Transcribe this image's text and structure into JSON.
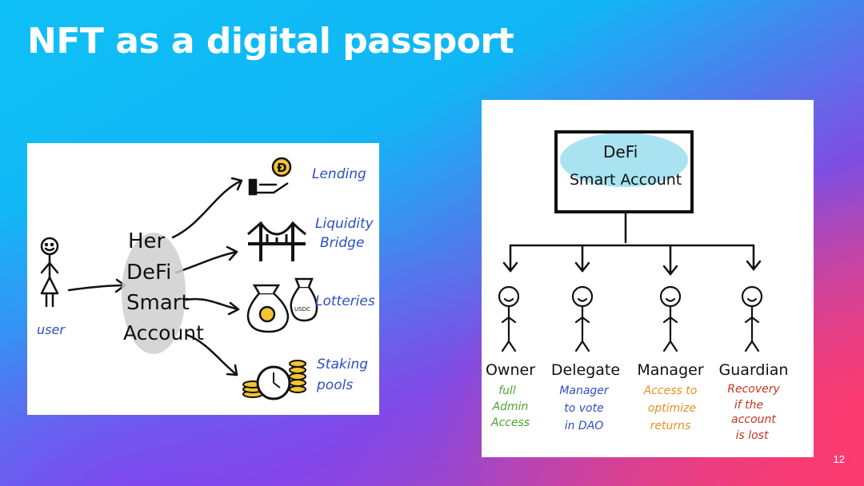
{
  "slide": {
    "title": "NFT as a digital passport",
    "page_number": "12",
    "colors": {
      "gradient_start": "#10b8f5",
      "gradient_mid": "#6b4ee6",
      "gradient_end": "#fb3c72",
      "ink": "#111111",
      "blue_label": "#2d4fc2",
      "green": "#4aa72f",
      "orange": "#e6901e",
      "red": "#c8351f",
      "cyan_fill": "#a9e3f1"
    }
  },
  "left_diagram": {
    "user_label": "user",
    "account_lines": [
      "Her",
      "DeFi",
      "Smart",
      "Account"
    ],
    "destinations": [
      {
        "lines": [
          "Lending"
        ],
        "icon": "hand-coin-icon"
      },
      {
        "lines": [
          "Liquidity",
          "Bridge"
        ],
        "icon": "bridge-icon"
      },
      {
        "lines": [
          "Lotteries"
        ],
        "icon": "money-bags-icon"
      },
      {
        "lines": [
          "Staking",
          "pools"
        ],
        "icon": "clock-coins-icon"
      }
    ],
    "coin_symbol": "Đ",
    "bag_label": "USDC"
  },
  "right_diagram": {
    "account_lines": [
      "DeFi",
      "Smart Account"
    ],
    "roles": [
      {
        "name": "Owner",
        "desc": [
          "full",
          "Admin",
          "Access"
        ],
        "color": "#4aa72f"
      },
      {
        "name": "Delegate",
        "desc": [
          "Manager",
          "to vote",
          "in DAO"
        ],
        "color": "#2d4fc2"
      },
      {
        "name": "Manager",
        "desc": [
          "Access to",
          "optimize",
          "returns"
        ],
        "color": "#e6901e"
      },
      {
        "name": "Guardian",
        "desc": [
          "Recovery",
          "if the",
          "account",
          "is lost"
        ],
        "color": "#c8351f"
      }
    ]
  }
}
